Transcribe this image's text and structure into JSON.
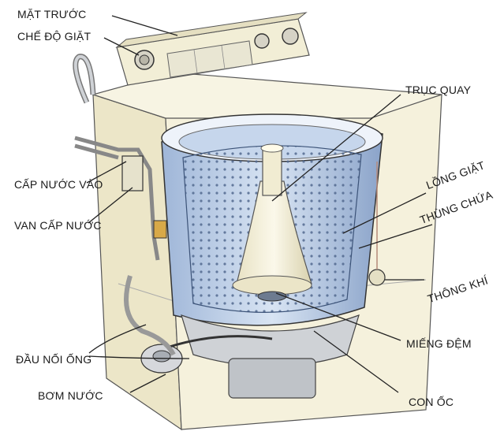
{
  "labels": {
    "front_panel": "MẶT TRƯỚC",
    "wash_mode": "CHẾ ĐỘ GIẶT",
    "drive_shaft": "TRỤC QUAY",
    "wash_basket": "LỒNG GIẶT",
    "outer_tub": "THÙNG CHỨA",
    "water_inlet": "CẤP NƯỚC VÀO",
    "inlet_valve": "VAN CẤP NƯỚC",
    "air_vent": "THÔNG KHÍ",
    "hose_connector": "ĐẦU NỐI ỐNG",
    "gasket": "MIẾNG ĐỆM",
    "water_pump": "BƠM NƯỚC",
    "nut": "CON ỐC"
  },
  "colors": {
    "cabinet": "#f3efd6",
    "cabinet_shade": "#e6e0bf",
    "tub_blue": "#b9cde8",
    "tub_dark": "#7f98bd",
    "metal": "#c9ccd1",
    "line": "#222222"
  }
}
